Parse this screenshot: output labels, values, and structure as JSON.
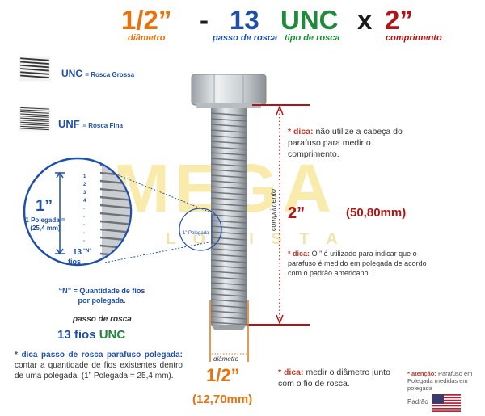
{
  "header": {
    "diameter": "1/2”",
    "dash": "-",
    "pitch": "13",
    "thread_type": "UNC",
    "times": "x",
    "length": "2”",
    "label_diameter": "diâmetro",
    "label_pitch": "passo de rosca",
    "label_thread_type": "tipo de rosca",
    "label_length": "comprimento"
  },
  "legend": {
    "unc_code": "UNC",
    "unc_desc": "= Rosca Grossa",
    "unf_code": "UNF",
    "unf_desc": "= Rosca Fina"
  },
  "zoom": {
    "inch_value": "1”",
    "inch_desc": "1 Polegada = (25,4 mm)",
    "ticks": [
      "1",
      "2",
      "3",
      "4",
      "-",
      "-",
      "-",
      "-",
      "-"
    ],
    "count_value": "13",
    "count_word": "fios",
    "count_n": "“N”",
    "center_label": "1” Polegada"
  },
  "n_definition": "“N” = Quantidade de fios por polegada.",
  "pitch_block": {
    "title": "passo de rosca",
    "value": "13 fios",
    "type": "UNC"
  },
  "tip_pitch": {
    "star": "*",
    "lead": "dica passo de rosca parafuso polegada:",
    "body": "contar a quantidade de fios existentes dentro de uma polegada. (1” Polegada = 25,4 mm)."
  },
  "watermark": {
    "big": "MEGA",
    "small": "L O J I S T A"
  },
  "length_dim": {
    "inch": "2”",
    "mm": "(50,80mm)",
    "axis_label": "comprimento"
  },
  "tip_head": {
    "star": "*",
    "lead": "dica:",
    "body": "não utilize a cabeça do parafuso para medir o comprimento."
  },
  "tip_inch_symbol": {
    "star": "*",
    "lead": "dica:",
    "body": "O ” é utilizado para indicar que o parafuso é medido em polegada de acordo com o padrão americano."
  },
  "diameter_dim": {
    "axis_label": "diâmetro",
    "inch": "1/2”",
    "mm": "(12,70mm)"
  },
  "tip_diameter": {
    "star": "*",
    "lead": "dica:",
    "body": "medir o diâmetro junto com o fio de rosca."
  },
  "attention": {
    "star": "*",
    "lead": "atenção:",
    "body": "Parafuso em Polegada medidas em polegada",
    "standard": "Padrão"
  },
  "colors": {
    "orange": "#e8730c",
    "blue": "#1f4fa8",
    "green": "#1e8a3a",
    "red": "#b01414",
    "dark": "#1a1a1a"
  }
}
